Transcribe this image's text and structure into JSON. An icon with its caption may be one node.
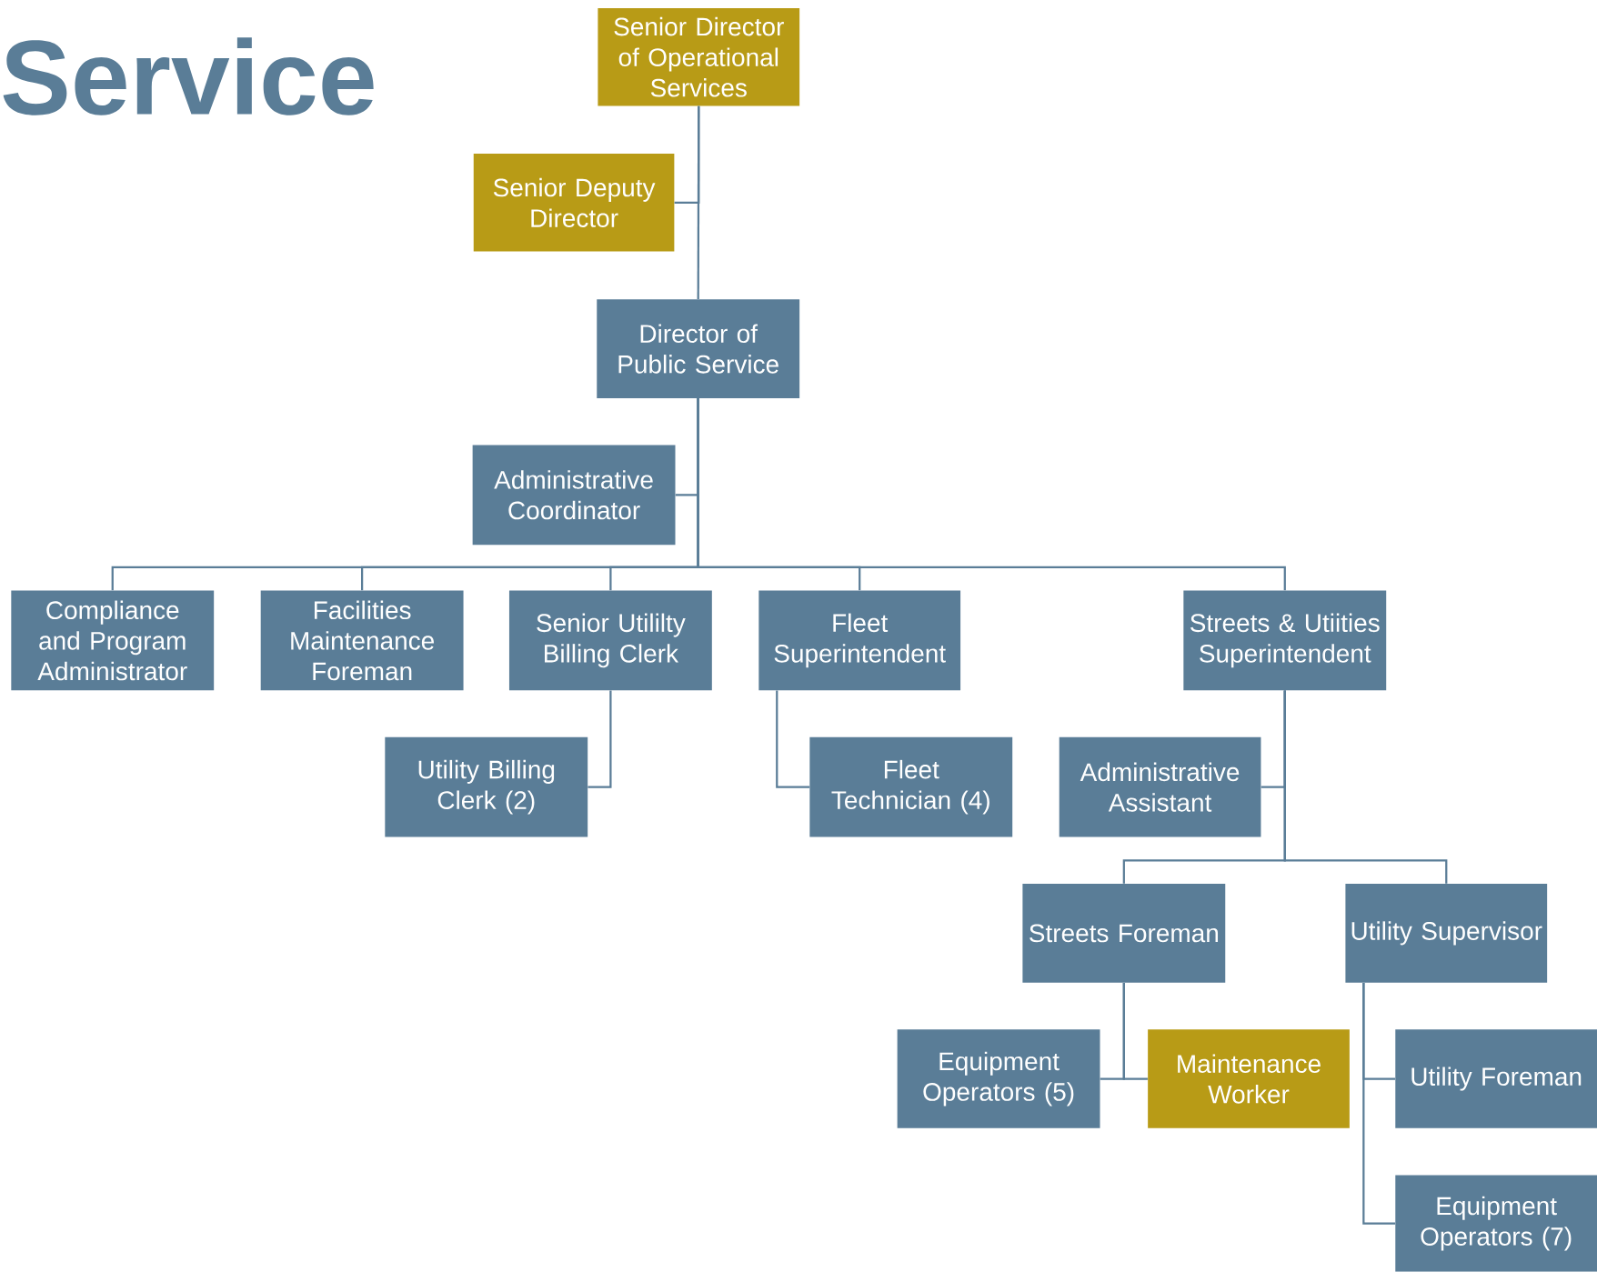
{
  "diagram": {
    "title": "Service",
    "nodes": [
      {
        "text": [
          "Senior Director of Operational Services"
        ]
      },
      {
        "text": [
          "Senior Deputy Director"
        ]
      },
      {
        "text": [
          "Director of Public Service"
        ]
      },
      {
        "text": [
          "Administrative Coordinator"
        ]
      },
      {
        "text": [
          "Compliance and Program Administrator"
        ]
      },
      {
        "text": [
          "Facilities Maintenance Foreman"
        ]
      },
      {
        "text": [
          "Senior Utililty Billing Clerk"
        ]
      },
      {
        "text": [
          "Fleet Superintendent"
        ]
      },
      {
        "text": [
          "Streets & Utiities Superintendent"
        ]
      },
      {
        "text": [
          "Utility Billing Clerk (2)"
        ]
      },
      {
        "text": [
          "Fleet Technician (4)"
        ]
      },
      {
        "text": [
          "Administrative Assistant"
        ]
      },
      {
        "text": [
          "Streets Foreman"
        ]
      },
      {
        "text": [
          "Utility Supervisor"
        ]
      },
      {
        "text": [
          "Equipment Operators (5)"
        ]
      },
      {
        "text": [
          "Maintenance Worker"
        ]
      },
      {
        "text": [
          "Utility Foreman"
        ]
      },
      {
        "text": [
          "Equipment Operators (7)"
        ]
      }
    ],
    "edges": [
      {
        "from": 0,
        "to": 1,
        "arrow": "none"
      },
      {
        "from": 0,
        "to": 2,
        "arrow": "none"
      },
      {
        "from": 2,
        "to": 3,
        "arrow": "none"
      },
      {
        "from": 2,
        "to": 4,
        "arrow": "none"
      },
      {
        "from": 2,
        "to": 5,
        "arrow": "none"
      },
      {
        "from": 2,
        "to": 6,
        "arrow": "none"
      },
      {
        "from": 2,
        "to": 7,
        "arrow": "none"
      },
      {
        "from": 2,
        "to": 8,
        "arrow": "none"
      },
      {
        "from": 6,
        "to": 9,
        "arrow": "none"
      },
      {
        "from": 7,
        "to": 10,
        "arrow": "none"
      },
      {
        "from": 8,
        "to": 11,
        "arrow": "none"
      },
      {
        "from": 8,
        "to": 12,
        "arrow": "none"
      },
      {
        "from": 8,
        "to": 13,
        "arrow": "none"
      },
      {
        "from": 12,
        "to": 14,
        "arrow": "none"
      },
      {
        "from": 12,
        "to": 15,
        "arrow": "none"
      },
      {
        "from": 13,
        "to": 16,
        "arrow": "none"
      },
      {
        "from": 13,
        "to": 17,
        "arrow": "none"
      }
    ]
  }
}
